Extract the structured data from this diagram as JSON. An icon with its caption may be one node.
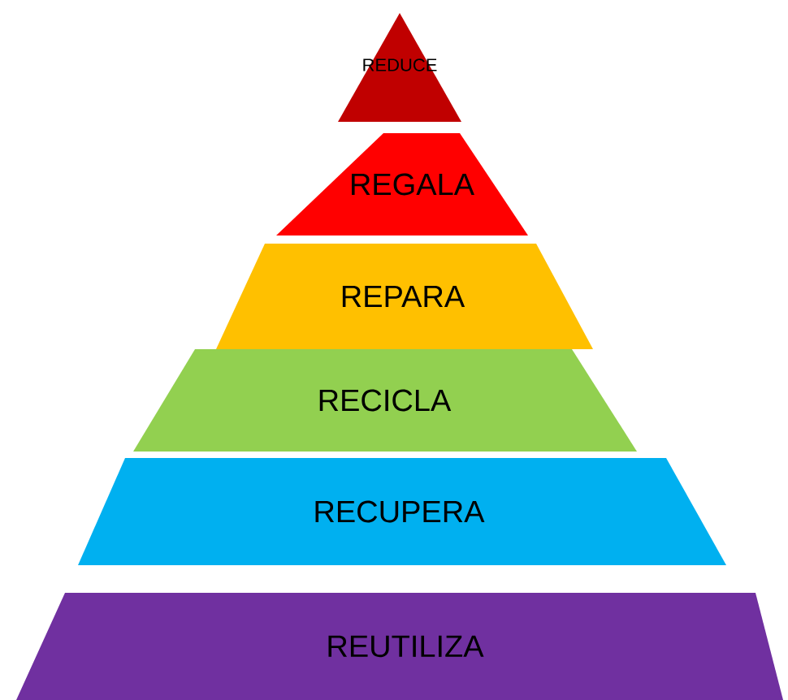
{
  "diagram": {
    "nodes": [
      {
        "text": [
          "REDUCE"
        ]
      },
      {
        "text": [
          "REGALA"
        ]
      },
      {
        "text": [
          "REPARA"
        ]
      },
      {
        "text": [
          "RECICLA"
        ]
      },
      {
        "text": [
          "RECUPERA"
        ]
      },
      {
        "text": [
          "REUTILIZA"
        ]
      }
    ]
  }
}
